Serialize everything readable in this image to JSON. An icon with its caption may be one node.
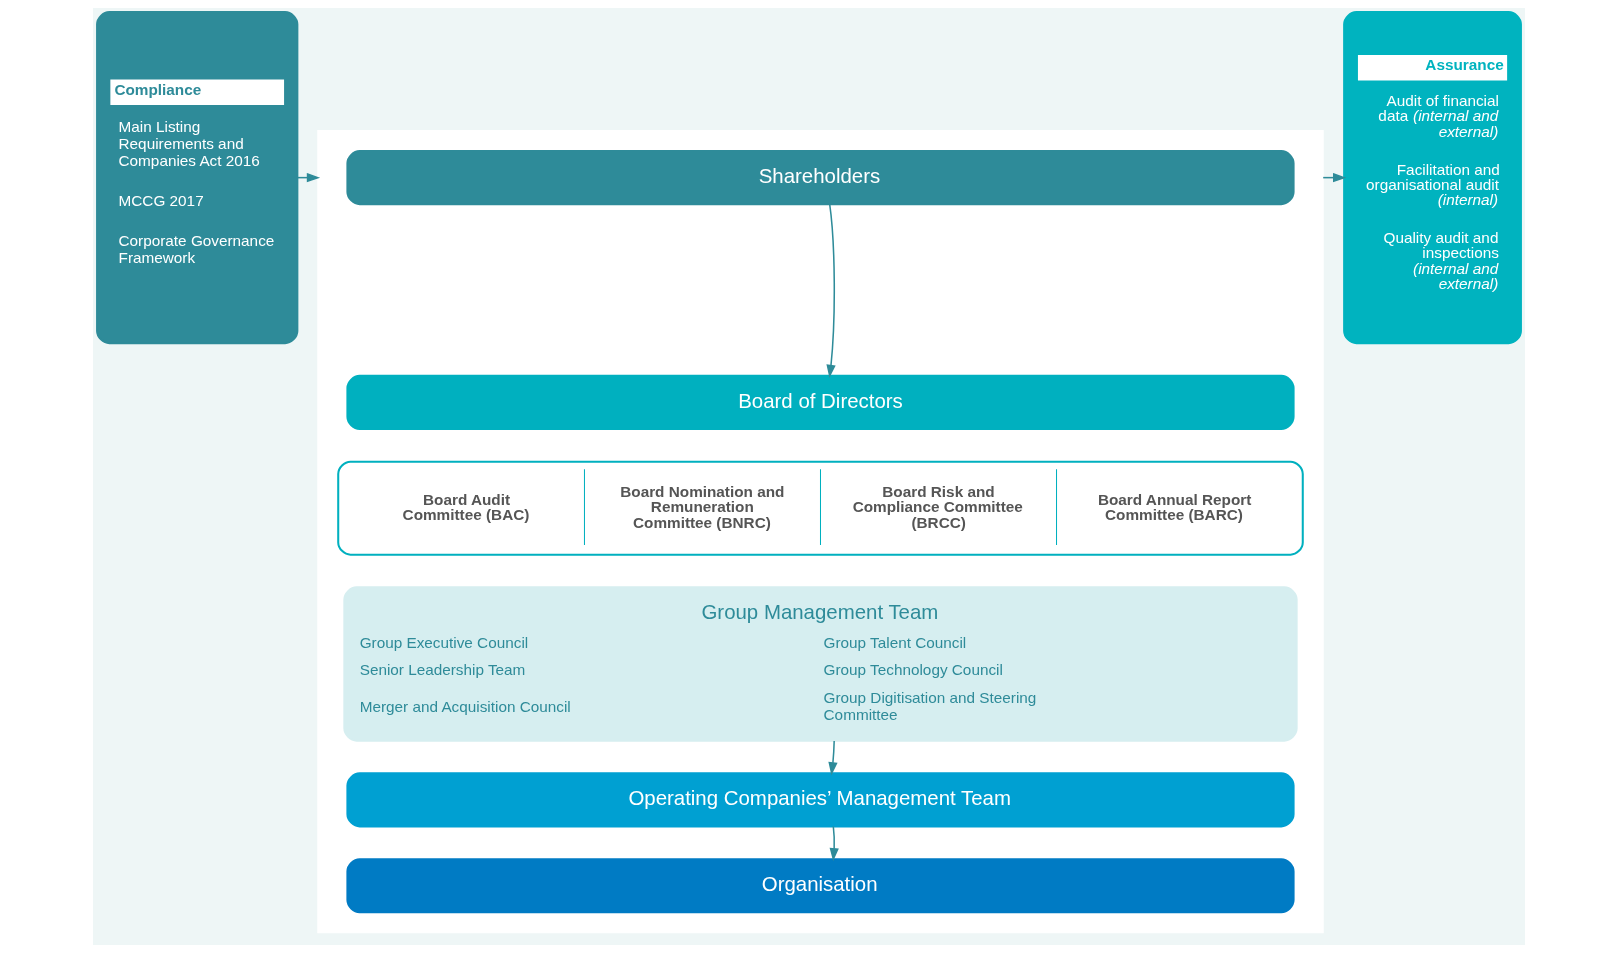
{
  "diagram": {
    "nodes": [
      {
        "text": [
          "Compliance",
          "Main Listing Requirements and Companies Act 2016",
          "MCCG 2017",
          "Corporate Governance Framework"
        ]
      },
      {
        "text": [],
        "shape": "box"
      },
      {
        "text": [
          "Shareholders"
        ],
        "in": 1
      },
      {
        "text": [
          "Board of Directors"
        ],
        "in": 1
      },
      {
        "text": [
          "Board Audit Committee (BAC)",
          "Board Nomination and Remuneration Committee (BNRC)",
          "Board Risk and Compliance Committee (BRCC)",
          "Board Annual Report Committee (BARC)"
        ],
        "in": 1
      },
      {
        "text": [
          "Group Management Team",
          "Group Executive Council",
          "Group Talent Council",
          "Senior Leadership Team",
          "Group Technology Council",
          "Merger and Acquisition Council",
          "Group Digitisation and Steering Committee"
        ],
        "in": 1
      },
      {
        "text": [
          "Operating Companies’ Management Team"
        ],
        "in": 1
      },
      {
        "text": [
          "Organisation"
        ],
        "in": 1
      },
      {
        "text": [
          "Assurance",
          "Audit of financial data *(internal and external)*",
          "Facilitation and organisational audit *(internal)*",
          "Quality audit and inspections *(internal and external)*"
        ]
      }
    ],
    "edges": [
      {
        "from": 0,
        "to": 1,
        "arrow": "to"
      },
      {
        "from": 2,
        "to": 3,
        "arrow": "to"
      },
      {
        "from": 5,
        "to": 6,
        "arrow": "to"
      },
      {
        "from": 6,
        "to": 7,
        "arrow": "to"
      },
      {
        "from": 1,
        "to": 8,
        "arrow": "to"
      }
    ]
  }
}
